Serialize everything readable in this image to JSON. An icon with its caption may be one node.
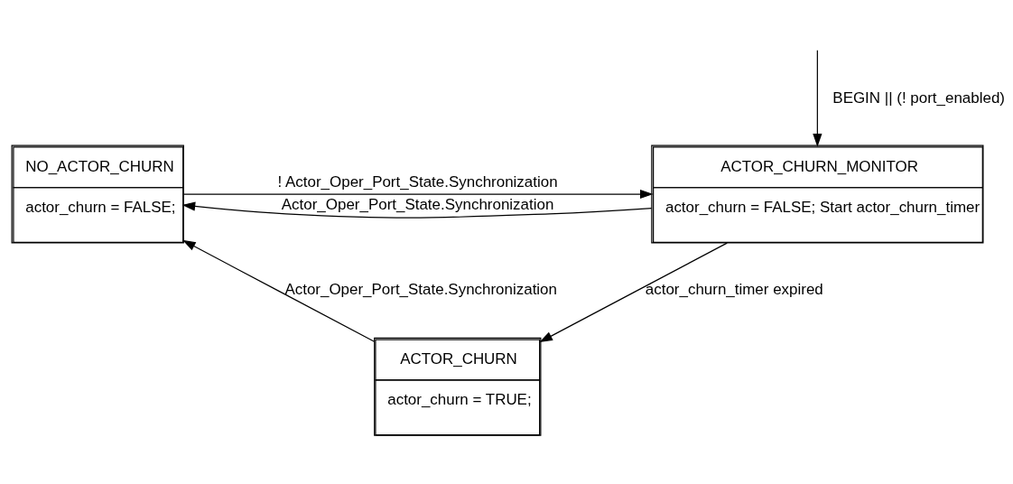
{
  "diagram": {
    "nodes": [
      {
        "text": [
          "NO_ACTOR_CHURN",
          "actor_churn = FALSE;"
        ]
      },
      {
        "text": [
          "ACTOR_CHURN_MONITOR",
          "actor_churn = FALSE; Start actor_churn_timer"
        ]
      },
      {
        "text": [
          "ACTOR_CHURN",
          "actor_churn = TRUE;"
        ]
      }
    ],
    "edges": [
      {
        "from": null,
        "to": 1,
        "arrow": "to",
        "label": "BEGIN || (! port_enabled)"
      },
      {
        "from": 1,
        "to": 0,
        "arrow": "to",
        "label": "Actor_Oper_Port_State.Synchronization"
      },
      {
        "from": 0,
        "to": 1,
        "arrow": "to",
        "label": "! Actor_Oper_Port_State.Synchronization"
      },
      {
        "from": 1,
        "to": 2,
        "arrow": "to",
        "label": "actor_churn_timer expired"
      },
      {
        "from": 2,
        "to": 0,
        "arrow": "to",
        "label": "Actor_Oper_Port_State.Synchronization"
      }
    ]
  }
}
